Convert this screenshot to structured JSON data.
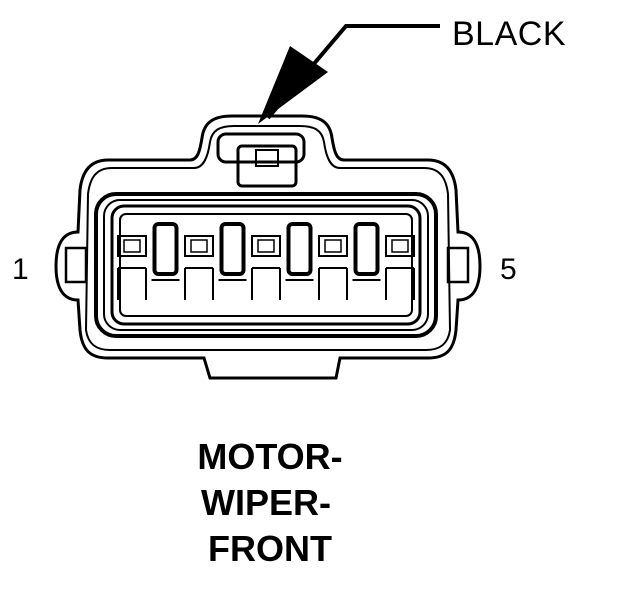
{
  "connector": {
    "color_label": "BLACK",
    "pin_first": "1",
    "pin_last": "5",
    "cavities": 5,
    "terminals_populated": 4,
    "title_lines": [
      "MOTOR-",
      "WIPER-",
      "FRONT"
    ]
  },
  "colors": {
    "ink": "#000000",
    "background": "#ffffff"
  }
}
